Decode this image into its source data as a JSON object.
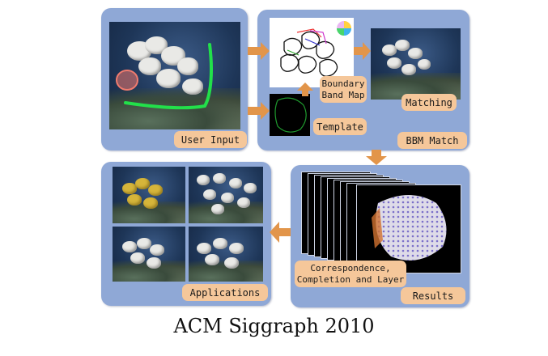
{
  "nodes": {
    "user_input": "User Input",
    "boundary_band_map": "Boundary\nBand Map",
    "template": "Template",
    "matching": "Matching",
    "bbm_match": "BBM Match",
    "results": "Results",
    "correspondence": "Correspondence,\nCompletion and Layer",
    "applications": "Applications"
  },
  "caption": "ACM Siggraph 2010",
  "colors": {
    "panel": "#8fa8d6",
    "label": "#f5c79a",
    "arrow": "#e2954a"
  }
}
